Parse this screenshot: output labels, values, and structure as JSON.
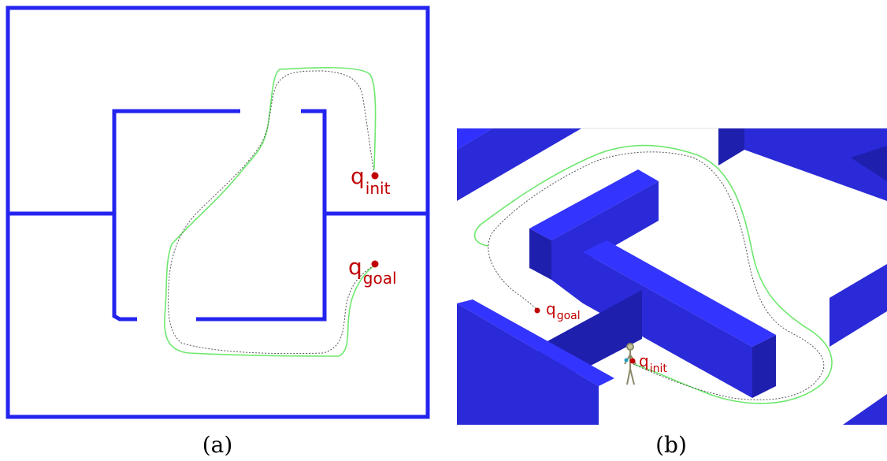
{
  "panels": [
    {
      "id": "a",
      "caption": "(a)",
      "init_label": {
        "base": "q",
        "sub": "init"
      },
      "goal_label": {
        "base": "q",
        "sub": "goal"
      }
    },
    {
      "id": "b",
      "caption": "(b)",
      "init_label": {
        "base": "q",
        "sub": "init"
      },
      "goal_label": {
        "base": "q",
        "sub": "goal"
      }
    }
  ],
  "colors": {
    "wall": "#2424f0",
    "wall_top": "#3030ff",
    "wall_side": "#1f1fae",
    "green_path": "#6ee86e",
    "dotted_path": "#555555",
    "marker": "#c00000"
  }
}
